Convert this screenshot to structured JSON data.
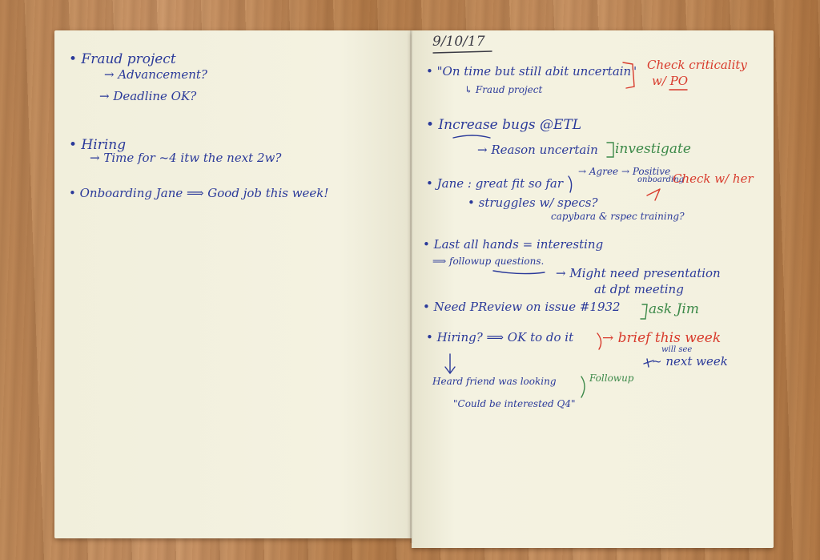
{
  "left_page": {
    "fraud_project": "• Fraud project",
    "advancement": "→ Advancement?",
    "deadline": "→ Deadline OK?",
    "hiring": "• Hiring",
    "hiring_time": "→ Time for ~4 itw the next 2w?",
    "onboarding": "• Onboarding Jane ⟹ Good job this week!"
  },
  "right_page": {
    "date": "9/10/17",
    "on_time": "• \"On time but still abit uncertain\"",
    "fraud_project": "↳ Fraud project",
    "check_criticality_1": "Check criticality",
    "check_criticality_2": "w/ PO",
    "increase_bugs": "• Increase bugs @ETL",
    "reason_uncertain": "→ Reason uncertain",
    "investigate": "investigate",
    "jane": "• Jane : great fit so far",
    "agree": "→ Agree → Positive",
    "onboarding_small": "onboarding",
    "check_with_her": "Check w/ her",
    "struggles": "• struggles w/ specs?",
    "capybara": "capybara & rspec training?",
    "all_hands": "• Last all hands = interesting",
    "followup_questions": "⟹ followup questions.",
    "might_need": "→ Might need presentation",
    "at_dpt": "at dpt meeting",
    "need_pr": "• Need PReview on issue #1932",
    "ask_jim": "ask Jim",
    "hiring": "• Hiring? ⟹ OK to do it",
    "brief": "→ brief this week",
    "will_see": "will see",
    "next_week": "~ next week",
    "heard_friend": "Heard friend was looking",
    "followup": "Followup",
    "could_be": "\"Could be interested Q4\""
  },
  "colors": {
    "ink_blue": "#2b3a9a",
    "ink_red": "#d83a2c",
    "ink_green": "#3d8a4a",
    "paper": "#f3f1df",
    "table_wood": "#b98353"
  }
}
